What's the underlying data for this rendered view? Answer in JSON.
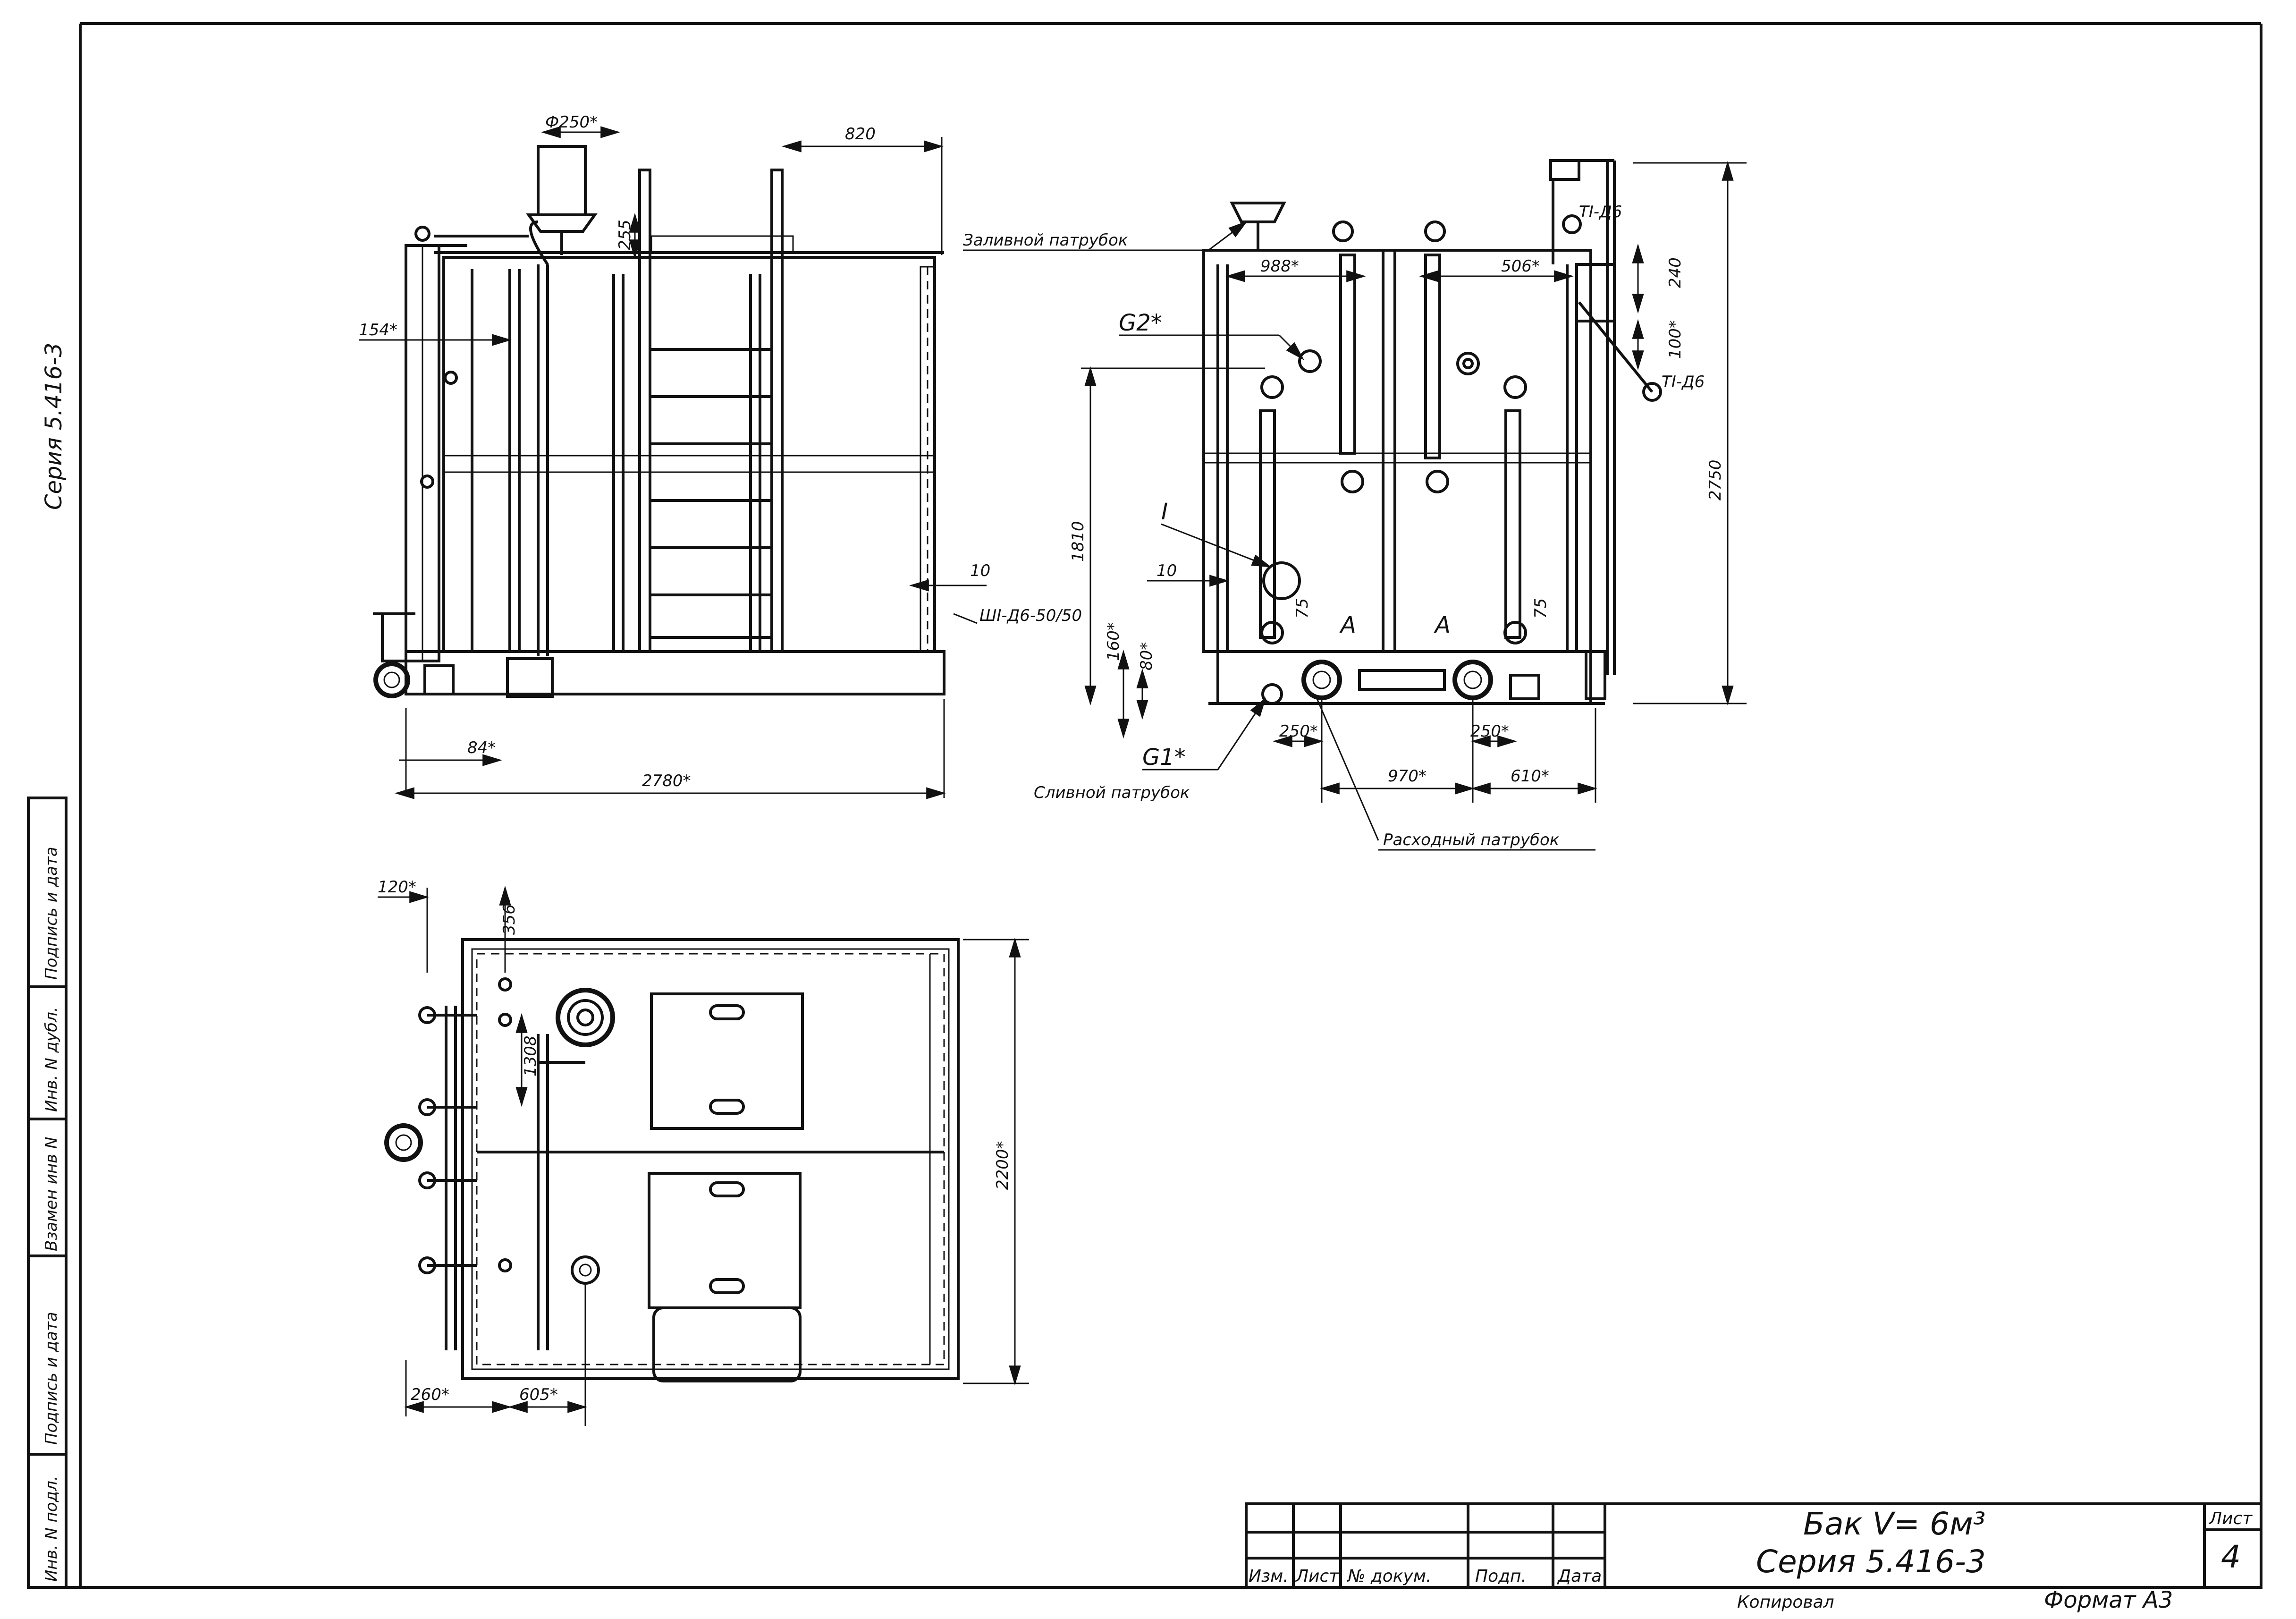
{
  "series_vertical": "Серия  5.416-3",
  "side_stamp": {
    "inv_podl": "Инв. N подл.",
    "podpis_data": "Подпись и дата",
    "vzam_inv": "Взамен инв N",
    "inv_dubl": "Инв. N дубл.",
    "podpis_data2": "Подпись и дата"
  },
  "front_view": {
    "d250": "Ф250*",
    "w820": "820",
    "h255": "255",
    "w154": "154*",
    "t10": "10",
    "weld": "ШI-Д6-50/50",
    "w84": "84*",
    "w2780": "2780*"
  },
  "side_view": {
    "fill_pipe": "Заливной патрубок",
    "d988": "988*",
    "d506": "506*",
    "g2": "G2*",
    "t1d6_top": "ТI-Д6",
    "t1d6_mid": "ТI-Д6",
    "h240": "240",
    "h100": "100*",
    "h2750": "2750",
    "h1810": "1810",
    "mark_i": "I",
    "t10": "10",
    "h75a": "75",
    "h75b": "75",
    "mark_a1": "A",
    "mark_a2": "A",
    "h160": "160*",
    "h80": "80*",
    "g1": "G1*",
    "drain_pipe": "Сливной патрубок",
    "w250a": "250*",
    "w250b": "250*",
    "w970": "970*",
    "w610": "610*",
    "outlet_pipe": "Расходный патрубок"
  },
  "top_view": {
    "w120": "120*",
    "w356": "356*",
    "h1308": "1308",
    "h2200": "2200*",
    "w260": "260*",
    "w605": "605*"
  },
  "title_block": {
    "col_izm": "Изм.",
    "col_list": "Лист",
    "col_doc": "№ докум.",
    "col_podp": "Подп.",
    "col_data": "Дата",
    "title": "Бак  V= 6м³",
    "series": "Серия  5.416-3",
    "sheet_label": "Лист",
    "sheet_num": "4",
    "copied": "Копировал",
    "format": "Формат  А3"
  }
}
